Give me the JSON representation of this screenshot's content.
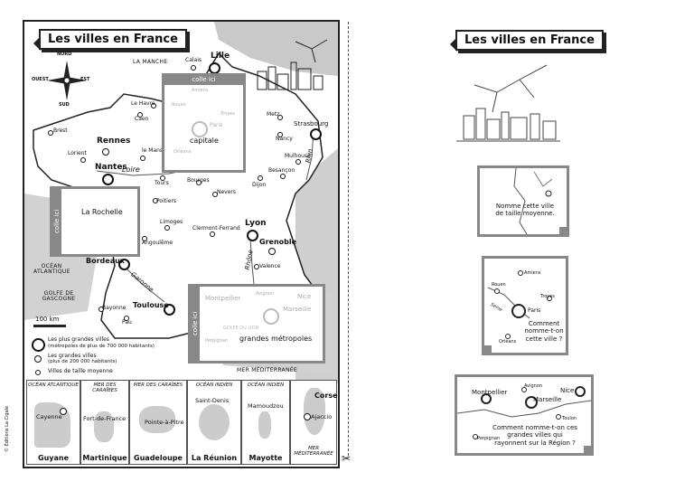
{
  "left": {
    "title": "Les villes en France",
    "compass": {
      "n": "NORD",
      "s": "SUD",
      "e": "EST",
      "w": "OUEST"
    },
    "seas": {
      "manche": "LA MANCHE",
      "atlantique": "OCÉAN ATLANTIQUE",
      "gascogne": "GOLFE DE GASCOGNE",
      "med": "MER MÉDITERRANÉE"
    },
    "rivers": {
      "loire": "Loire",
      "garonne": "Garonne",
      "rhone": "Rhône",
      "rhin": "Rhin"
    },
    "cities": {
      "lille": "Lille",
      "calais": "Calais",
      "lehavre": "Le Havre",
      "caen": "Caen",
      "brest": "Brest",
      "rennes": "Rennes",
      "lorient": "Lorient",
      "lemans": "le Mans",
      "nantes": "Nantes",
      "tours": "Tours",
      "poitiers": "Poitiers",
      "limoges": "Limoges",
      "angouleme": "Angoulême",
      "bourges": "Bourges",
      "nevers": "Nevers",
      "clermont": "Clermont-Ferrand",
      "dijon": "Dijon",
      "besancon": "Besançon",
      "mulhouse": "Mulhouse",
      "metz": "Metz",
      "nancy": "Nancy",
      "strasbourg": "Strasbourg",
      "lyon": "Lyon",
      "grenoble": "Grenoble",
      "valence": "Valence",
      "bordeaux": "Bordeaux",
      "bayonne": "Bayonne",
      "pau": "Pau",
      "toulouse": "Toulouse"
    },
    "paste_top": {
      "tab": "colle ici",
      "ghost_amiens": "Amiens",
      "ghost_rouen": "Rouen",
      "ghost_troyes": "Troyes",
      "ghost_paris": "Paris",
      "ghost_orleans": "Orléans",
      "label": "capitale"
    },
    "paste_mid": {
      "tab": "colle ici",
      "label": "La Rochelle"
    },
    "paste_bot": {
      "tab": "colle ici",
      "ghost_montpellier": "Montpellier",
      "ghost_avignon": "Avignon",
      "ghost_nice": "Nice",
      "ghost_marseille": "Marseille",
      "ghost_golfe": "GOLFE DU LION",
      "ghost_perpignan": "Perpignan",
      "label": "grandes métropoles"
    },
    "scale": "100 km",
    "legend": {
      "big": "Les plus grandes villes",
      "big_sub": "(métropoles de plus de 700 000 habitants)",
      "large": "Les grandes villes",
      "large_sub": "(plus de 200 000 habitants)",
      "medium": "Villes de taille moyenne"
    },
    "domtom": [
      {
        "ocean": "OCÉAN ATLANTIQUE",
        "city": "Cayenne",
        "name": "Guyane"
      },
      {
        "ocean": "MER DES CARAÏBES",
        "city": "Fort-de-France",
        "name": "Martinique"
      },
      {
        "ocean": "MER DES CARAÏBES",
        "city": "Pointe-à-Pitre",
        "name": "Guadeloupe"
      },
      {
        "ocean": "OCÉAN INDIEN",
        "city": "Saint-Denis",
        "name": "La Réunion"
      },
      {
        "ocean": "OCÉAN INDIEN",
        "city": "Mamoudzou",
        "name": "Mayotte"
      },
      {
        "ocean": "MER MÉDITERRANÉE",
        "city": "Ajaccio",
        "name": "Corse"
      }
    ],
    "copyright": "© Éditions La Cigale"
  },
  "right": {
    "title": "Les villes en France",
    "card1": {
      "q": "Nomme cette ville de taille moyenne."
    },
    "card2": {
      "amiens": "Amiens",
      "rouen": "Rouen",
      "troyes": "Troyes",
      "paris": "Paris",
      "orleans": "Orléans",
      "seine": "Seine",
      "q": "Comment nomme-t-on cette ville ?"
    },
    "card3": {
      "montpellier": "Montpellier",
      "avignon": "Avignon",
      "nice": "Nice",
      "marseille": "Marseille",
      "toulon": "Toulon",
      "perpignan": "Perpignan",
      "q": "Comment nomme-t-on ces grandes villes qui rayonnent sur la Région ?"
    }
  }
}
